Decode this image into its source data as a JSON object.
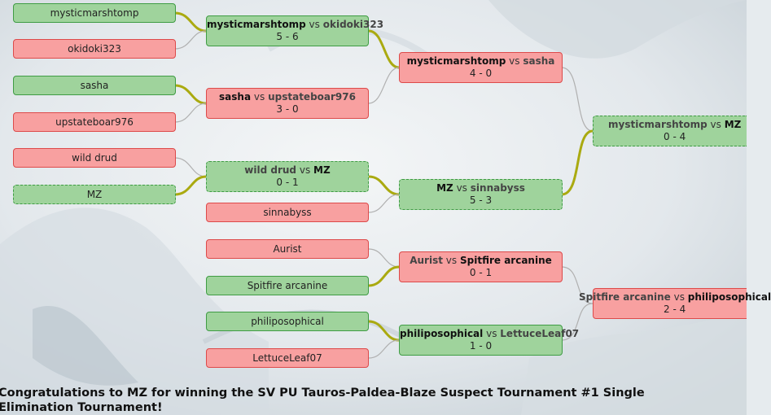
{
  "round1": [
    {
      "name": "mysticmarshtomp",
      "result": "win"
    },
    {
      "name": "okidoki323",
      "result": "lose"
    },
    {
      "name": "sasha",
      "result": "win"
    },
    {
      "name": "upstateboar976",
      "result": "lose"
    },
    {
      "name": "wild drud",
      "result": "lose"
    },
    {
      "name": "MZ",
      "result": "win"
    }
  ],
  "round2": {
    "sinnabyss": {
      "name": "sinnabyss",
      "result": "lose"
    },
    "aurist": {
      "name": "Aurist",
      "result": "lose"
    },
    "spitfire": {
      "name": "Spitfire arcanine",
      "result": "win"
    },
    "philiposophical": {
      "name": "philiposophical",
      "result": "win"
    },
    "lettuceleaf": {
      "name": "LettuceLeaf07",
      "result": "lose"
    }
  },
  "matches": {
    "m1": {
      "p1": "mysticmarshtomp",
      "p2": "okidoki323",
      "vs": "vs",
      "score": "5 - 6",
      "result": "win"
    },
    "m2": {
      "p1": "sasha",
      "p2": "upstateboar976",
      "vs": "vs",
      "score": "3 - 0",
      "result": "lose"
    },
    "m3": {
      "p1": "wild drud",
      "p2": "MZ",
      "vs": "vs",
      "score": "0 - 1",
      "result": "win"
    },
    "m4": {
      "p1": "mysticmarshtomp",
      "p2": "sasha",
      "vs": "vs",
      "score": "4 - 0",
      "result": "lose"
    },
    "m5": {
      "p1": "MZ",
      "p2": "sinnabyss",
      "vs": "vs",
      "score": "5 - 3",
      "result": "win"
    },
    "m6": {
      "p1": "Aurist",
      "p2": "Spitfire arcanine",
      "vs": "vs",
      "score": "0 - 1",
      "result": "lose"
    },
    "m7": {
      "p1": "philiposophical",
      "p2": "LettuceLeaf07",
      "vs": "vs",
      "score": "1 - 0",
      "result": "win"
    },
    "m8": {
      "p1": "mysticmarshtomp",
      "p2": "MZ",
      "vs": "vs",
      "score": "0 - 4",
      "result": "win"
    },
    "m9": {
      "p1": "Spitfire arcanine",
      "p2": "philiposophical",
      "vs": "vs",
      "score": "2 - 4",
      "result": "lose"
    }
  },
  "colors": {
    "win_bg": "#9fd39c",
    "win_border": "#3f9c44",
    "lose_bg": "#f8a0a0",
    "lose_border": "#dd4a4a",
    "winner_line": "#aaaa10",
    "loser_line": "#b0b0b0"
  },
  "congrats": "Congratulations to MZ for winning the SV PU Tauros-Paldea-Blaze Suspect Tournament #1 Single Elimination Tournament!"
}
